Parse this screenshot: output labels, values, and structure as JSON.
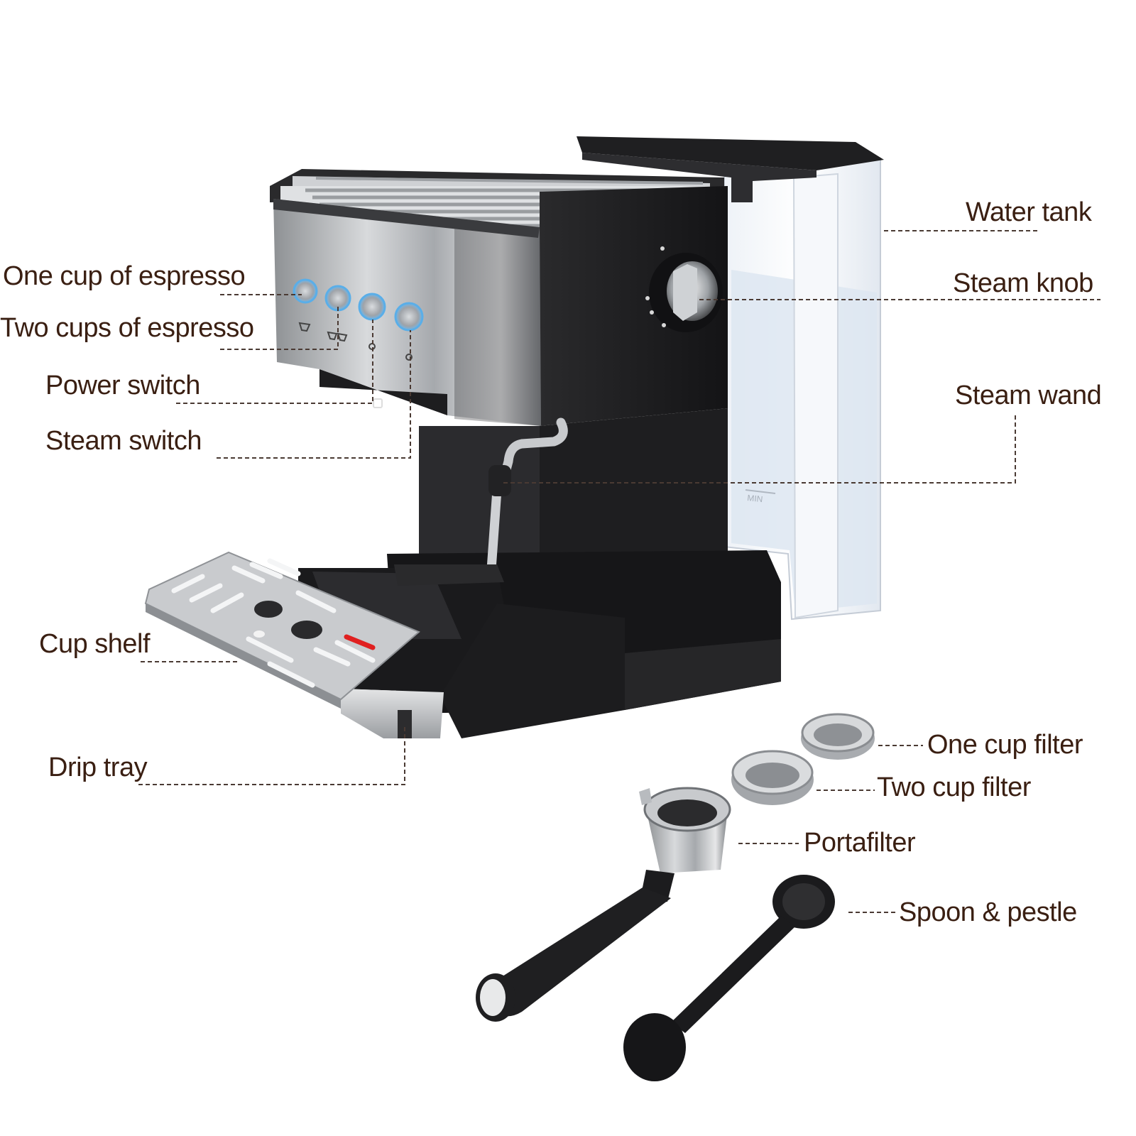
{
  "labels": {
    "water_tank": "Water tank",
    "steam_knob": "Steam knob",
    "steam_wand": "Steam wand",
    "one_cup_espresso": "One cup of espresso",
    "two_cups_espresso": "Two cups of espresso",
    "power_switch": "Power switch",
    "steam_switch": "Steam switch",
    "cup_shelf": "Cup shelf",
    "drip_tray": "Drip tray",
    "one_cup_filter": "One cup filter",
    "two_cup_filter": "Two cup filter",
    "portafilter": "Portafilter",
    "spoon_pestle": "Spoon & pestle"
  },
  "colors": {
    "label_text": "#3a1f12",
    "machine_body": "#1c1c1e",
    "stainless": "#b9bcc0",
    "button_glow": "#4aa3e0",
    "water": "#dfe8f2",
    "indicator_red": "#e02020"
  }
}
